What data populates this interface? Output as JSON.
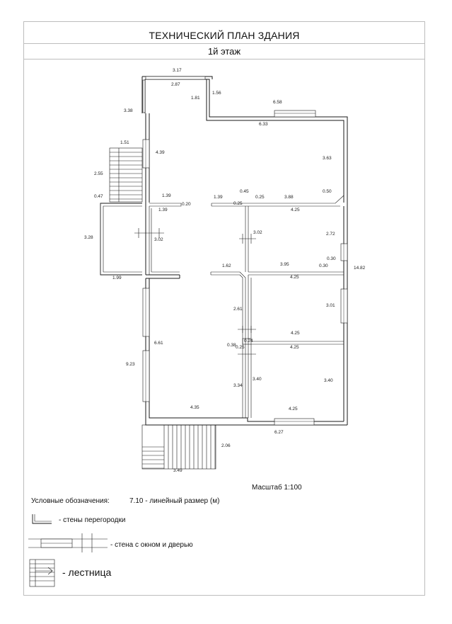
{
  "title": "ТЕХНИЧЕСКИЙ ПЛАН ЗДАНИЯ",
  "subtitle": "1й этаж",
  "scale_label": "Масштаб 1:100",
  "legend": {
    "heading": "Условные обозначения:",
    "linear_size": "7.10 - линейный размер (м)",
    "walls": "- стены перегородки",
    "wall_window_door": "- стена с окном и дверью",
    "stairs": "- лестница"
  },
  "dimensions": {
    "top_317": "3.17",
    "top_287": "2.87",
    "d_181": "1.81",
    "d_156": "1.56",
    "d_658": "6.58",
    "d_633": "6.33",
    "d_338": "3.38",
    "d_151": "1.51",
    "d_439": "4.39",
    "d_363": "3.63",
    "d_255": "2.55",
    "d_047": "0.47",
    "d_139a": "1.39",
    "d_139b": "1.39",
    "d_045": "0.45",
    "d_025a": "0.25",
    "d_388": "3.88",
    "d_050": "0.50",
    "d_139c": "1.39",
    "d_020": "0.20",
    "d_025b": "0.25",
    "d_425a": "4.25",
    "d_328": "3.28",
    "d_302a": "3.02",
    "d_302b": "3.02",
    "d_272": "2.72",
    "d_030a": "0.30",
    "d_030b": "0.30",
    "d_1482": "14.82",
    "d_199": "1.99",
    "d_162": "1.62",
    "d_395": "3.95",
    "d_425b": "4.25",
    "d_261": "2.61",
    "d_301": "3.01",
    "d_425c": "4.25",
    "d_661": "6.61",
    "d_038": "0.38",
    "d_024": "0.24",
    "d_025c": "0.25",
    "d_425d": "4.25",
    "d_923": "9.23",
    "d_340a": "3.40",
    "d_340b": "3.40",
    "d_334": "3.34",
    "d_435": "4.35",
    "d_425e": "4.25",
    "d_627": "6.27",
    "d_206": "2.06",
    "d_349": "3.49"
  }
}
